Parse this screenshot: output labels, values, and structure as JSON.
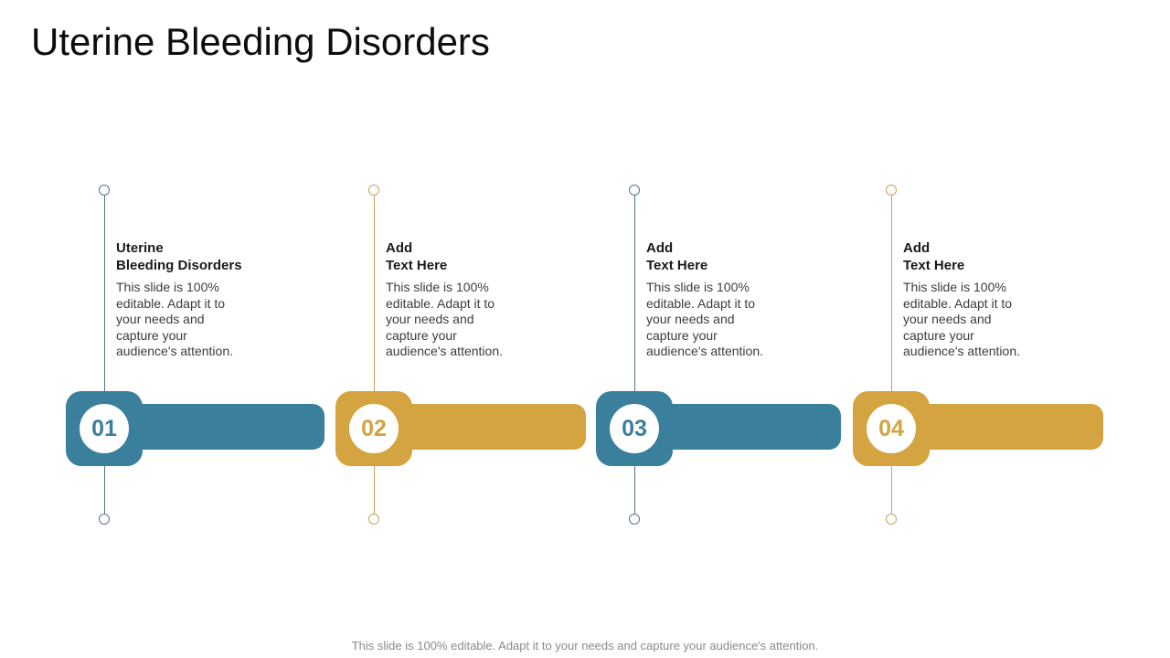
{
  "slide": {
    "title": "Uterine Bleeding Disorders",
    "footer": "This slide is 100% editable. Adapt it to your needs and capture your audience's attention.",
    "accent_colors": {
      "teal": "#3a7f9c",
      "gold": "#d3a43f"
    },
    "steps": [
      {
        "number": "01",
        "theme": "teal",
        "heading": "Uterine\nBleeding Disorders",
        "body": "This slide is 100%\neditable. Adapt it to\nyour needs and\ncapture your\naudience's attention."
      },
      {
        "number": "02",
        "theme": "gold",
        "heading": "Add\nText Here",
        "body": "This slide is 100%\neditable. Adapt it to\nyour needs and\ncapture your\naudience's attention."
      },
      {
        "number": "03",
        "theme": "teal",
        "heading": "Add\nText Here",
        "body": "This slide is 100%\neditable. Adapt it to\nyour needs and\ncapture your\naudience's attention."
      },
      {
        "number": "04",
        "theme": "gold",
        "heading": "Add\nText Here",
        "body": "This slide is 100%\neditable. Adapt it to\nyour needs and\ncapture your\naudience's attention."
      }
    ]
  }
}
